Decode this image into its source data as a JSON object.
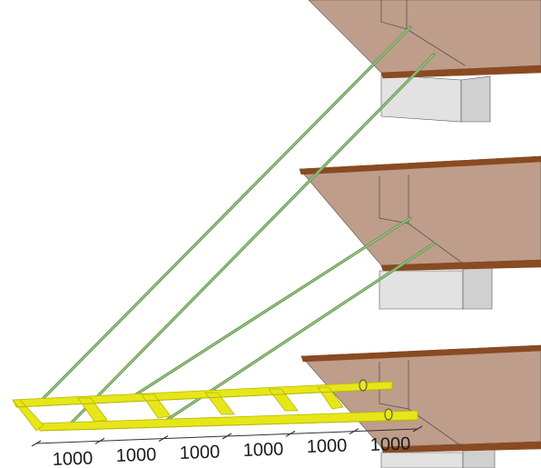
{
  "colors": {
    "slab_top": "#b89580",
    "slab_edge": "#8a4a22",
    "beam_face": "#c9a48e",
    "wall_face": "#e2e2e2",
    "wall_face_dark": "#d0d0d0",
    "outline": "#555555",
    "steel": "#e6e619",
    "steel_dark": "#b8b800",
    "tie_rod": "#6a9a55",
    "tie_rod_light": "#a8d090",
    "dim_line": "#333333"
  },
  "dimensions": {
    "labels": [
      "1000",
      "1000",
      "1000",
      "1000",
      "1000",
      "1000"
    ]
  }
}
